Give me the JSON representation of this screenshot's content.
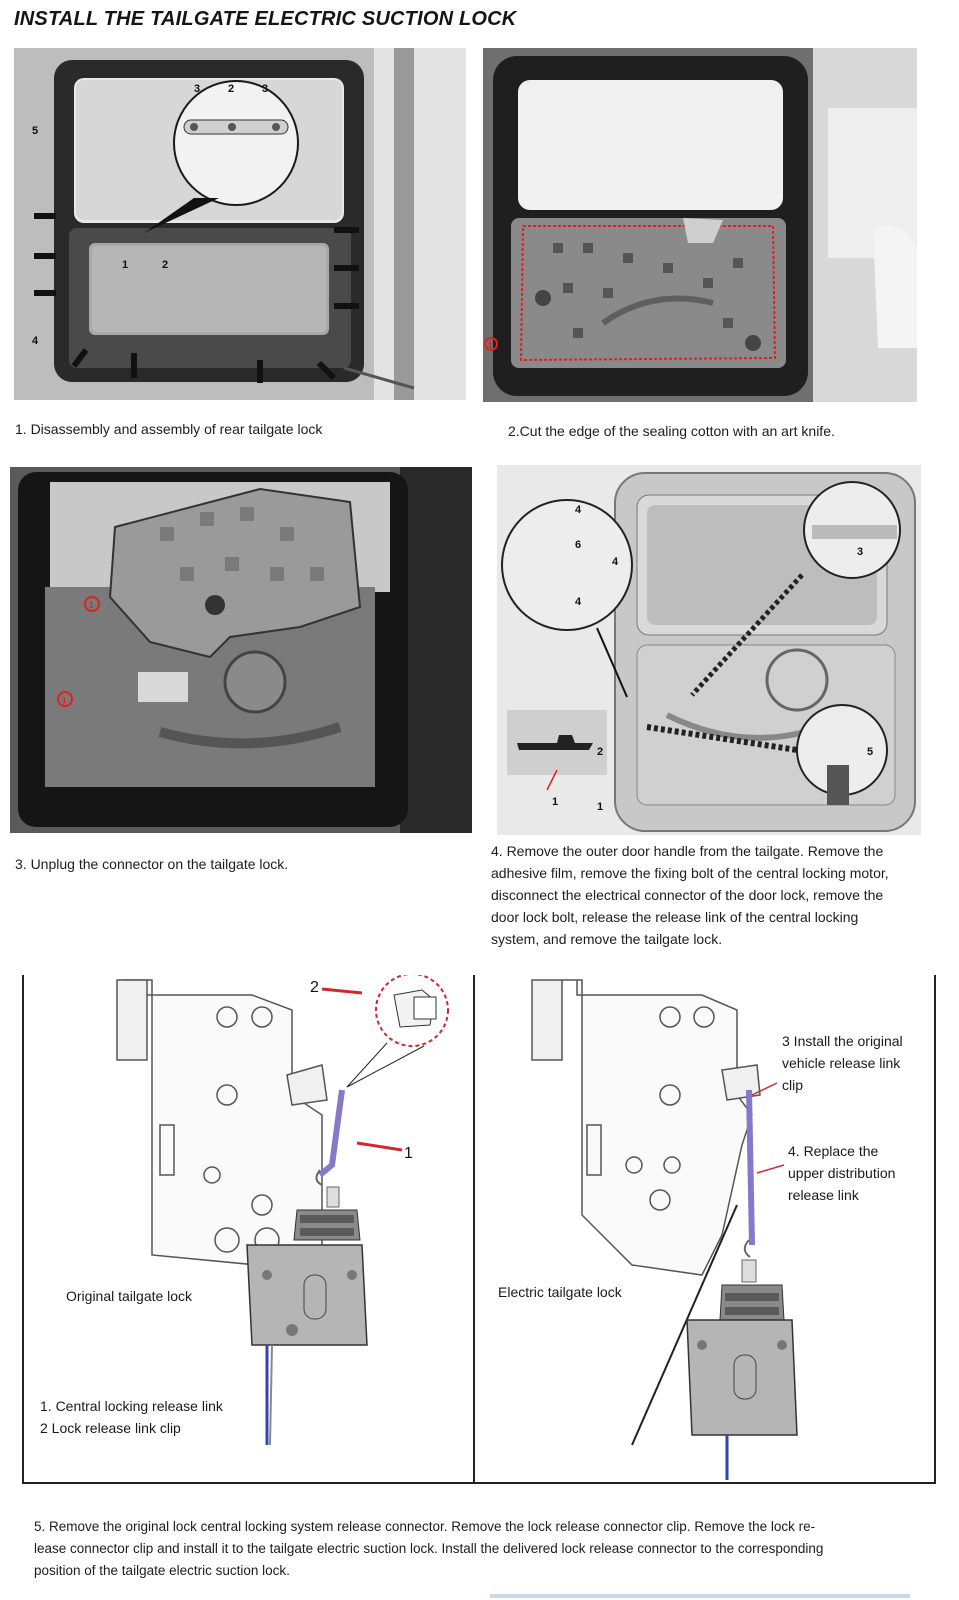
{
  "title": "INSTALL THE TAILGATE ELECTRIC SUCTION LOCK",
  "steps": {
    "s1": "1. Disassembly and assembly of rear tailgate lock",
    "s2": "2.Cut the edge of the sealing cotton with an art knife.",
    "s3": "3. Unplug the connector on the tailgate lock.",
    "s4_lines": [
      "4. Remove the outer door handle from the tailgate. Remove the",
      "adhesive film, remove the fixing bolt of the central locking motor,",
      "disconnect the electrical connector of the door lock, remove the",
      "door lock bolt, release the release link of the central locking",
      "system, and remove the tailgate lock."
    ],
    "s5_lines": [
      "5. Remove the original lock central locking system release connector. Remove the lock release connector clip. Remove the lock re-",
      "lease connector clip and install it to the tailgate electric suction lock. Install the delivered lock release connector to the corresponding",
      "position of the tailgate electric suction lock."
    ]
  },
  "fig1_callouts": [
    "5",
    "4",
    "1",
    "2",
    "3",
    "2",
    "3"
  ],
  "fig2_callouts": [
    "1"
  ],
  "fig3_callouts": [
    "1",
    "1"
  ],
  "fig4_callouts": [
    "4",
    "6",
    "4",
    "4",
    "3",
    "2",
    "5",
    "1",
    "1"
  ],
  "diagram": {
    "left_caption": "Original tailgate lock",
    "left_label_1": "1. Central locking release link",
    "left_label_2": "2 Lock release link clip",
    "left_num_1": "1",
    "left_num_2": "2",
    "right_caption": "Electric tailgate lock",
    "right_note_3_lines": [
      "3 Install the original",
      "vehicle release link",
      "clip"
    ],
    "right_note_4_lines": [
      "4. Replace the",
      "upper distribution",
      "release link"
    ]
  },
  "colors": {
    "callout_red": "#d0282b",
    "link_purple": "#8878c8",
    "cut_line_red": "#e02020"
  }
}
